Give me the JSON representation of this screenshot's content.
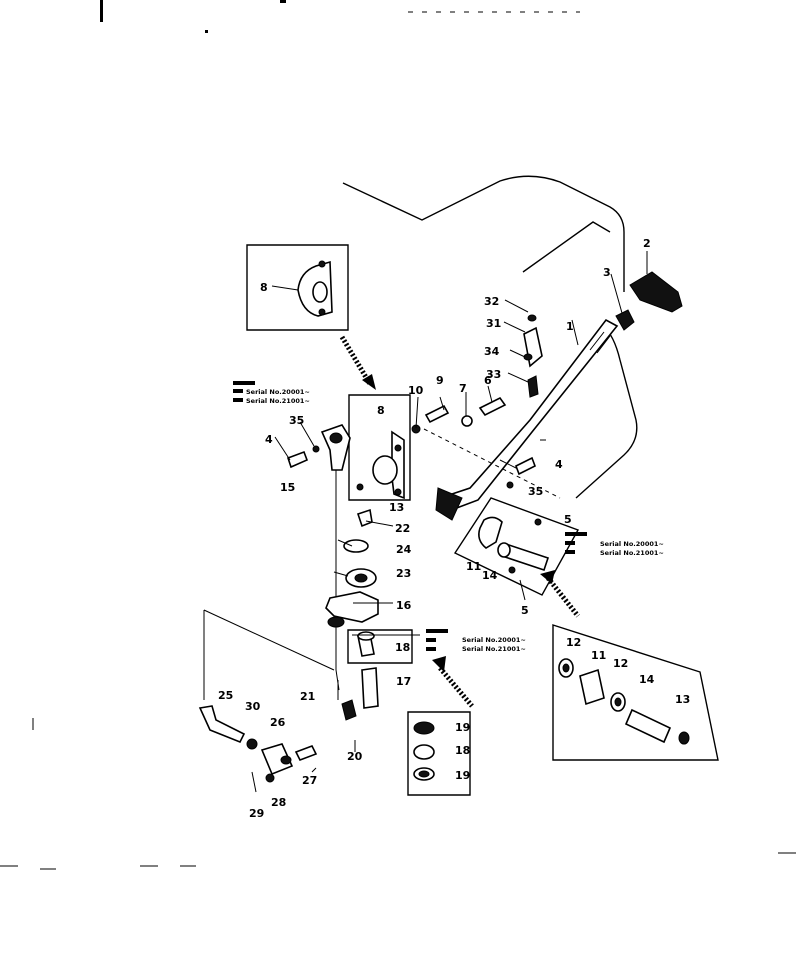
{
  "callouts": {
    "c1": "1",
    "c2": "2",
    "c3": "3",
    "c4a": "4",
    "c4b": "4",
    "c5a": "5",
    "c5b": "5",
    "c6": "6",
    "c7": "7",
    "c8a": "8",
    "c8b": "8",
    "c9": "9",
    "c10": "10",
    "c11a": "11",
    "c11b": "11",
    "c12a": "12",
    "c12b": "12",
    "c13a": "13",
    "c13b": "13",
    "c14a": "14",
    "c14b": "14",
    "c15": "15",
    "c16": "16",
    "c17": "17",
    "c18a": "18",
    "c18b": "18",
    "c19a": "19",
    "c19b": "19",
    "c20": "20",
    "c21": "21",
    "c22": "22",
    "c23": "23",
    "c24": "24",
    "c25": "25",
    "c26": "26",
    "c27": "27",
    "c28": "28",
    "c29": "29",
    "c30": "30",
    "c31": "31",
    "c32": "32",
    "c33": "33",
    "c34": "34",
    "c35a": "35",
    "c35b": "35"
  },
  "notes": {
    "left": {
      "line1": "Serial No.20001~",
      "line2": "Serial No.21001~"
    },
    "right": {
      "line1": "Serial No.20001~",
      "line2": "Serial No.21001~"
    },
    "lower": {
      "line1": "Serial No.20001~",
      "line2": "Serial No.21001~"
    }
  }
}
